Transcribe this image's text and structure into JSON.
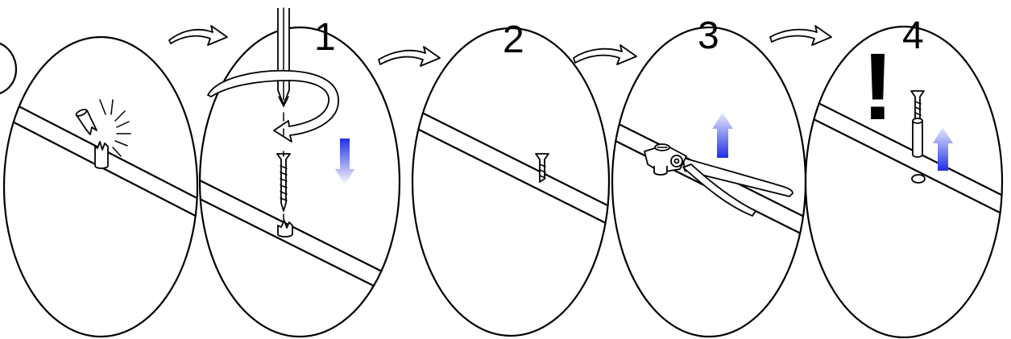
{
  "steps": [
    {
      "label": ""
    },
    {
      "label": "1"
    },
    {
      "label": "2"
    },
    {
      "label": "3"
    },
    {
      "label": "4"
    }
  ],
  "warning": {
    "symbol": "!"
  },
  "colors": {
    "arrow_blue": "#1f2fe6",
    "line": "#000000"
  },
  "icons": [
    "broken-dowel-icon",
    "screwdriver-icon",
    "rotate-arrow-icon",
    "screw-icon",
    "pliers-icon",
    "dowel-icon",
    "up-arrow-icon",
    "down-arrow-icon",
    "next-arrow-icon"
  ]
}
